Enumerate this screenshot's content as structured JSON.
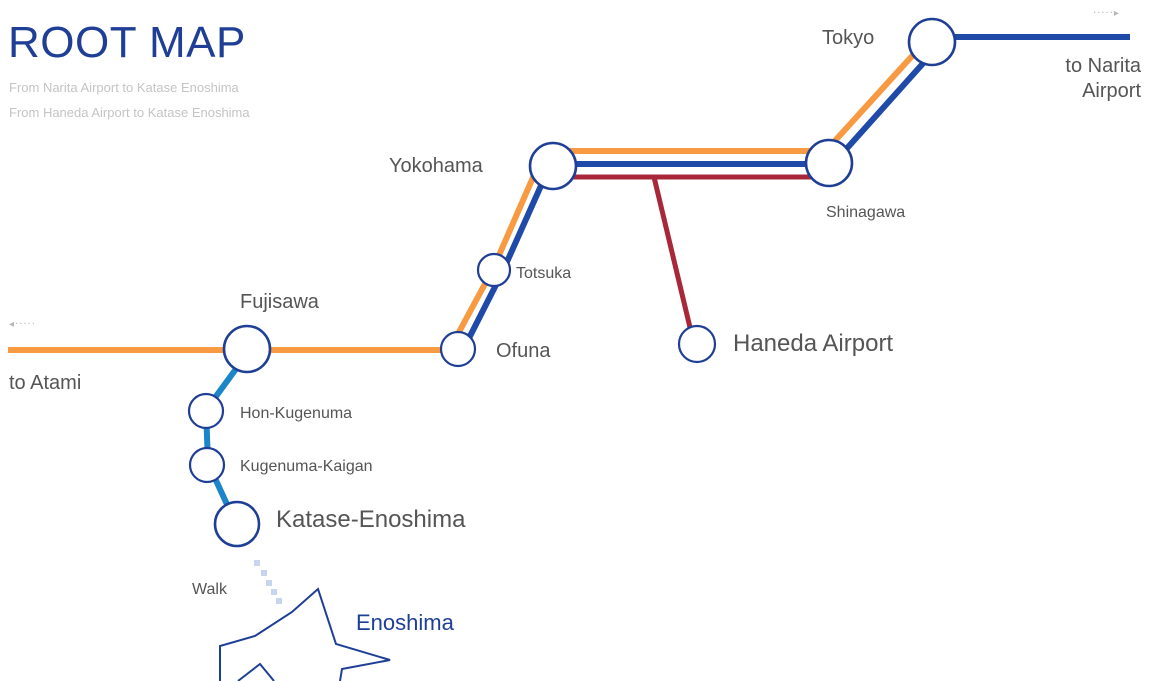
{
  "header": {
    "title": "ROOT MAP",
    "routes": [
      "From Narita Airport to Katase Enoshima",
      "From Haneda Airport to Katase Enoshima"
    ]
  },
  "stations": {
    "tokyo": "Tokyo",
    "shinagawa": "Shinagawa",
    "yokohama": "Yokohama",
    "totsuka": "Totsuka",
    "ofuna": "Ofuna",
    "fujisawa": "Fujisawa",
    "haneda": "Haneda Airport",
    "hon_kugenuma": "Hon-Kugenuma",
    "kugenuma_kaigan": "Kugenuma-Kaigan",
    "katase_enoshima": "Katase-Enoshima"
  },
  "directions": {
    "narita_line1": "to Narita",
    "narita_line2": "Airport",
    "atami": "to Atami",
    "east_arrow": "·····▸",
    "west_arrow": "◂·····"
  },
  "walk": {
    "label": "Walk"
  },
  "island": {
    "label": "Enoshima"
  },
  "colors": {
    "orange_line": "#f79a42",
    "blue_line": "#1f4aa8",
    "red_line": "#a8283a",
    "light_blue_line": "#1b86c9",
    "station_stroke": "#1f3f96",
    "title": "#1f3f96"
  }
}
